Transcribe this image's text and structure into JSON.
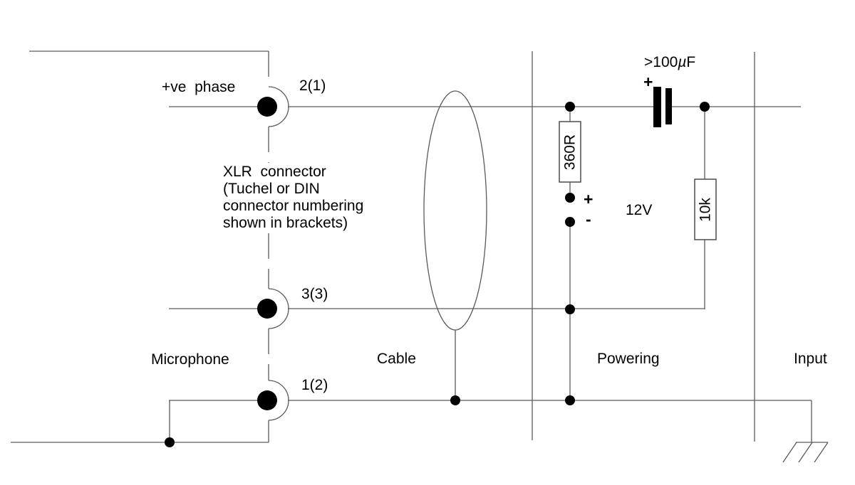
{
  "palette": {
    "ink": "#000000",
    "wire": "#5a5a5a",
    "background": "#ffffff"
  },
  "diagram": {
    "phase_label": "+ve  phase",
    "xlr_note": [
      "XLR  connector",
      "(Tuchel or DIN",
      "connector numbering",
      "shown in brackets)"
    ],
    "pins": {
      "pin2": "2(1)",
      "pin3": "3(3)",
      "pin1": "1(2)"
    },
    "sections": {
      "microphone": "Microphone",
      "cable": "Cable",
      "powering": "Powering",
      "input": "Input"
    },
    "components": {
      "series_resistor": "360R",
      "load_resistor": "10k",
      "capacitor_prefix": ">100",
      "capacitor_mu": "µ",
      "capacitor_suffix": "F",
      "capacitor_polarity": "+",
      "supply_voltage": "12V",
      "supply_plus": "+",
      "supply_minus": "-"
    }
  }
}
